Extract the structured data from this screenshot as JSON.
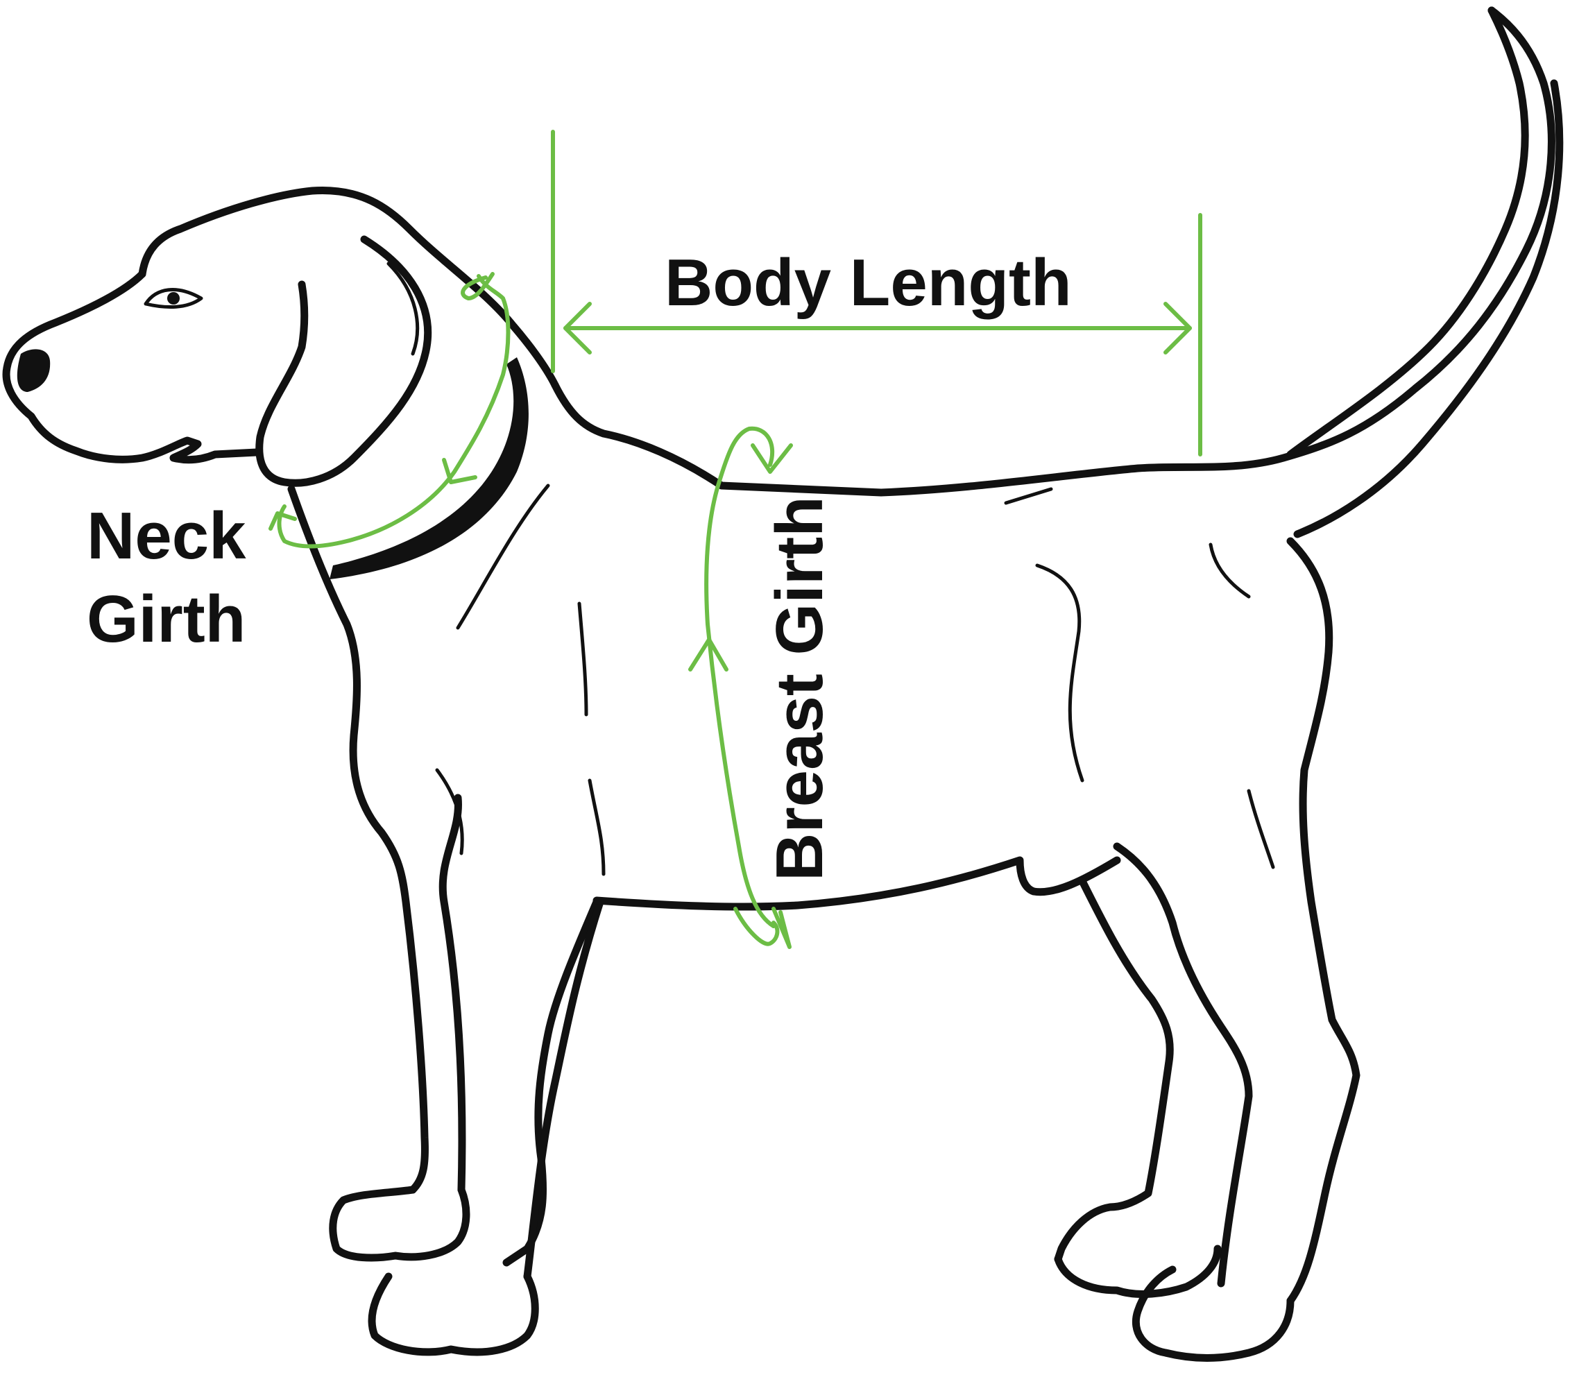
{
  "labels": {
    "body_length": "Body Length",
    "neck_girth_line1": "Neck",
    "neck_girth_line2": "Girth",
    "breast_girth": "Breast Girth"
  },
  "colors": {
    "measure_line": "#6cbd45",
    "outline": "#111111",
    "background": "#ffffff"
  }
}
